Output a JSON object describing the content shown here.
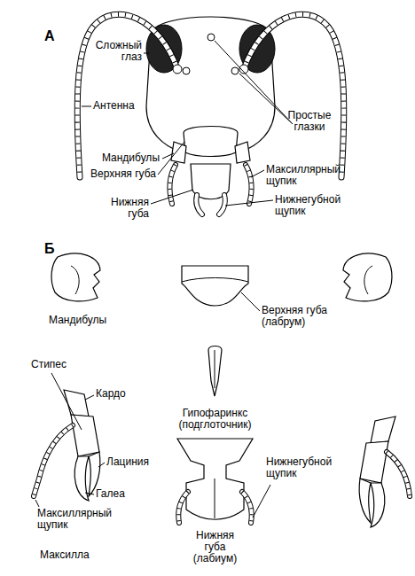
{
  "diagram": {
    "labels": [
      "А",
      "Сложный глаз",
      "Антенна",
      "Простые глазки",
      "Мандибулы",
      "Верхняя губа",
      "Максиллярный щупик",
      "Нижняя губа",
      "Нижнегубной щупик",
      "Б",
      "Мандибулы",
      "Верхняя губа (лабрум)",
      "Стипес",
      "Кардо",
      "Гипофаринкс (подглоточник)",
      "Лациния",
      "Нижнегубной щупик",
      "Галеа",
      "Максиллярный щупик",
      "Нижняя губа (лабиум)",
      "Максилла"
    ]
  }
}
